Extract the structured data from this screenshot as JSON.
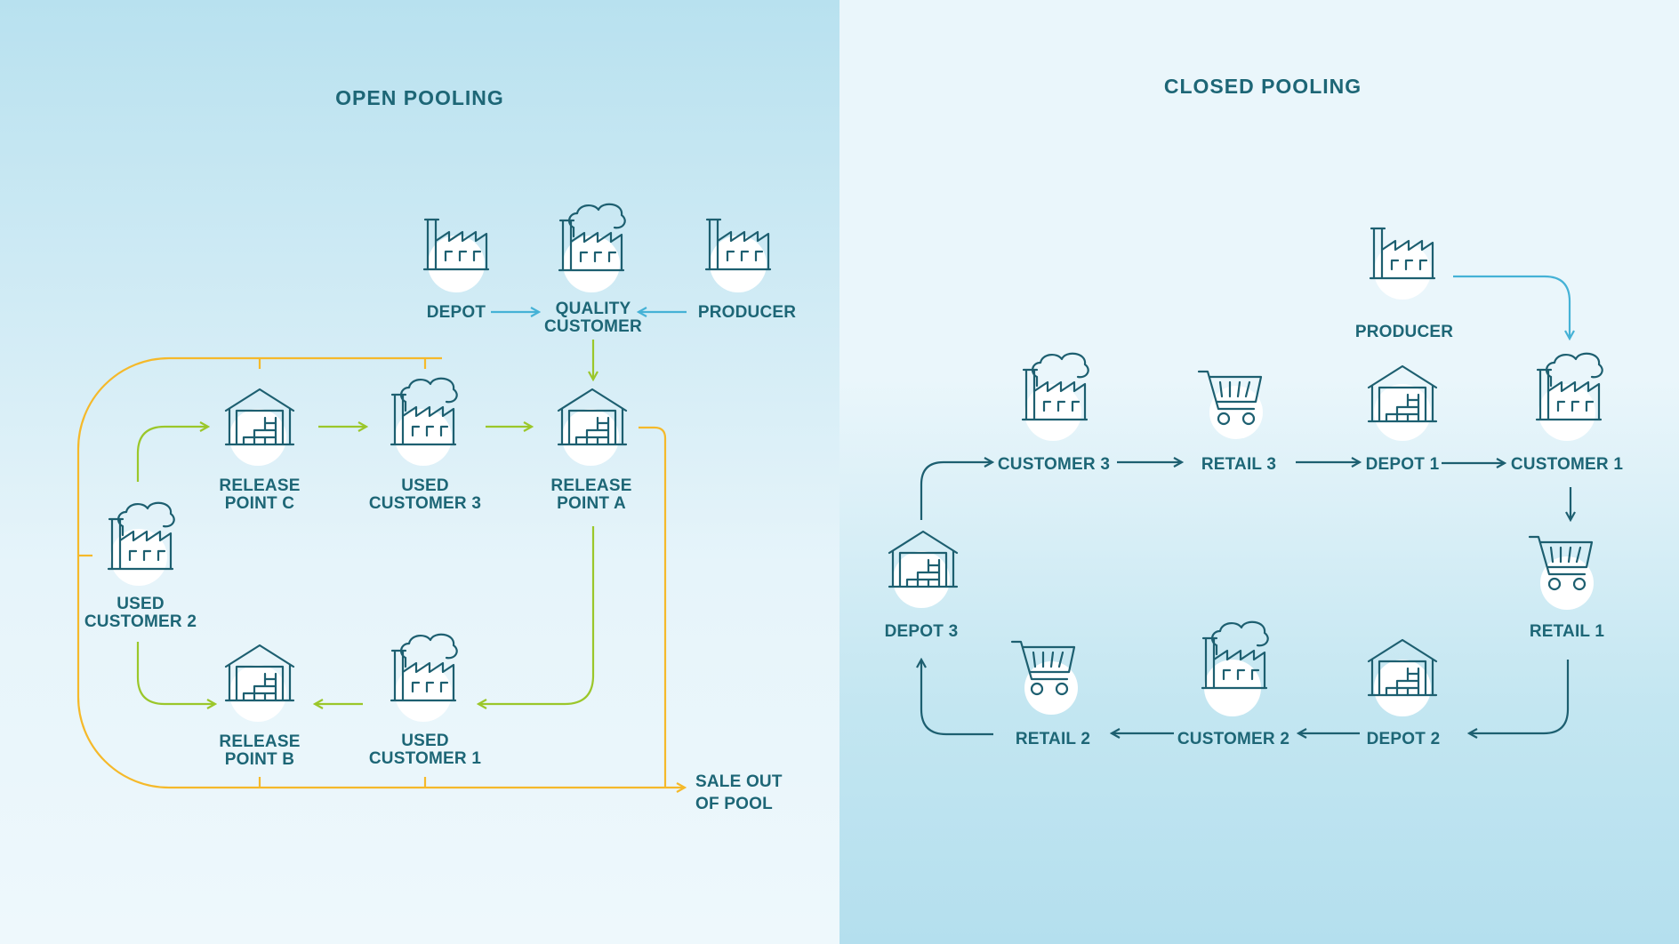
{
  "colors": {
    "label": "#1d6676",
    "icon": "#1d5f70",
    "green_arrow": "#9bc72a",
    "blue_arrow": "#45b2d6",
    "yellow_line": "#f5b92a",
    "dark_arrow": "#1d5f70"
  },
  "open_pooling": {
    "title": "OPEN POOLING",
    "nodes": {
      "depot": {
        "label": [
          "DEPOT"
        ],
        "icon": "factory-icon"
      },
      "quality_customer": {
        "label": [
          "QUALITY",
          "CUSTOMER"
        ],
        "icon": "factory-cloud-icon"
      },
      "producer": {
        "label": [
          "PRODUCER"
        ],
        "icon": "factory-icon"
      },
      "release_c": {
        "label": [
          "RELEASE",
          "POINT C"
        ],
        "icon": "warehouse-icon"
      },
      "used_customer_3": {
        "label": [
          "USED",
          "CUSTOMER 3"
        ],
        "icon": "factory-cloud-icon"
      },
      "release_a": {
        "label": [
          "RELEASE",
          "POINT A"
        ],
        "icon": "warehouse-icon"
      },
      "used_customer_2": {
        "label": [
          "USED",
          "CUSTOMER 2"
        ],
        "icon": "factory-cloud-icon"
      },
      "release_b": {
        "label": [
          "RELEASE",
          "POINT B"
        ],
        "icon": "warehouse-icon"
      },
      "used_customer_1": {
        "label": [
          "USED",
          "CUSTOMER 1"
        ],
        "icon": "factory-cloud-icon"
      }
    },
    "sale_out": [
      "SALE OUT",
      "OF POOL"
    ]
  },
  "closed_pooling": {
    "title": "CLOSED POOLING",
    "nodes": {
      "producer": {
        "label": [
          "PRODUCER"
        ],
        "icon": "factory-icon"
      },
      "customer_3": {
        "label": [
          "CUSTOMER 3"
        ],
        "icon": "factory-cloud-icon"
      },
      "retail_3": {
        "label": [
          "RETAIL 3"
        ],
        "icon": "cart-icon"
      },
      "depot_1": {
        "label": [
          "DEPOT 1"
        ],
        "icon": "warehouse-icon"
      },
      "customer_1": {
        "label": [
          "CUSTOMER 1"
        ],
        "icon": "factory-cloud-icon"
      },
      "depot_3": {
        "label": [
          "DEPOT 3"
        ],
        "icon": "warehouse-icon"
      },
      "retail_1": {
        "label": [
          "RETAIL 1"
        ],
        "icon": "cart-icon"
      },
      "retail_2": {
        "label": [
          "RETAIL 2"
        ],
        "icon": "cart-icon"
      },
      "customer_2": {
        "label": [
          "CUSTOMER 2"
        ],
        "icon": "factory-cloud-icon"
      },
      "depot_2": {
        "label": [
          "DEPOT 2"
        ],
        "icon": "warehouse-icon"
      }
    }
  }
}
